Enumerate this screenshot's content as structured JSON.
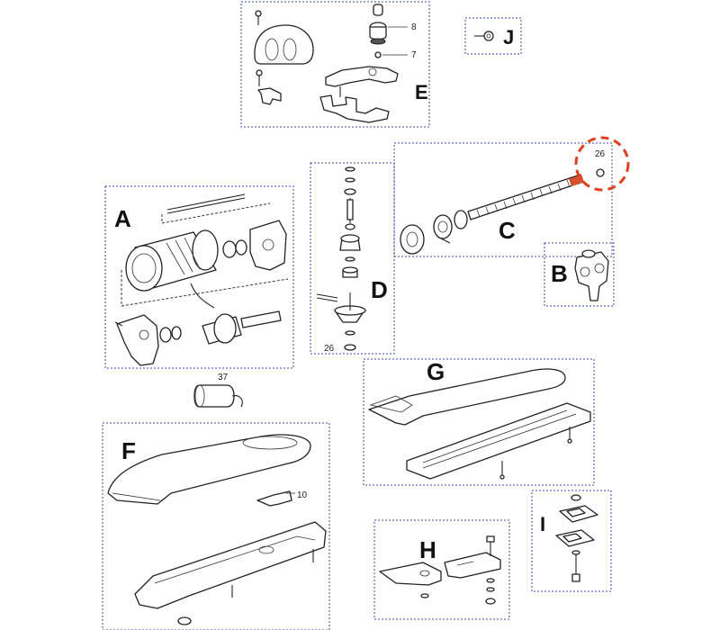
{
  "sections": {
    "A": "A",
    "B": "B",
    "C": "C",
    "D": "D",
    "E": "E",
    "F": "F",
    "G": "G",
    "H": "H",
    "I": "I",
    "J": "J"
  },
  "part_numbers": {
    "e_8": "8",
    "e_7": "7",
    "c_26": "26",
    "d_26": "26",
    "capacitor_37": "37",
    "f_10": "10"
  },
  "highlight": {
    "target": "c_26",
    "color": "#e0401e"
  }
}
